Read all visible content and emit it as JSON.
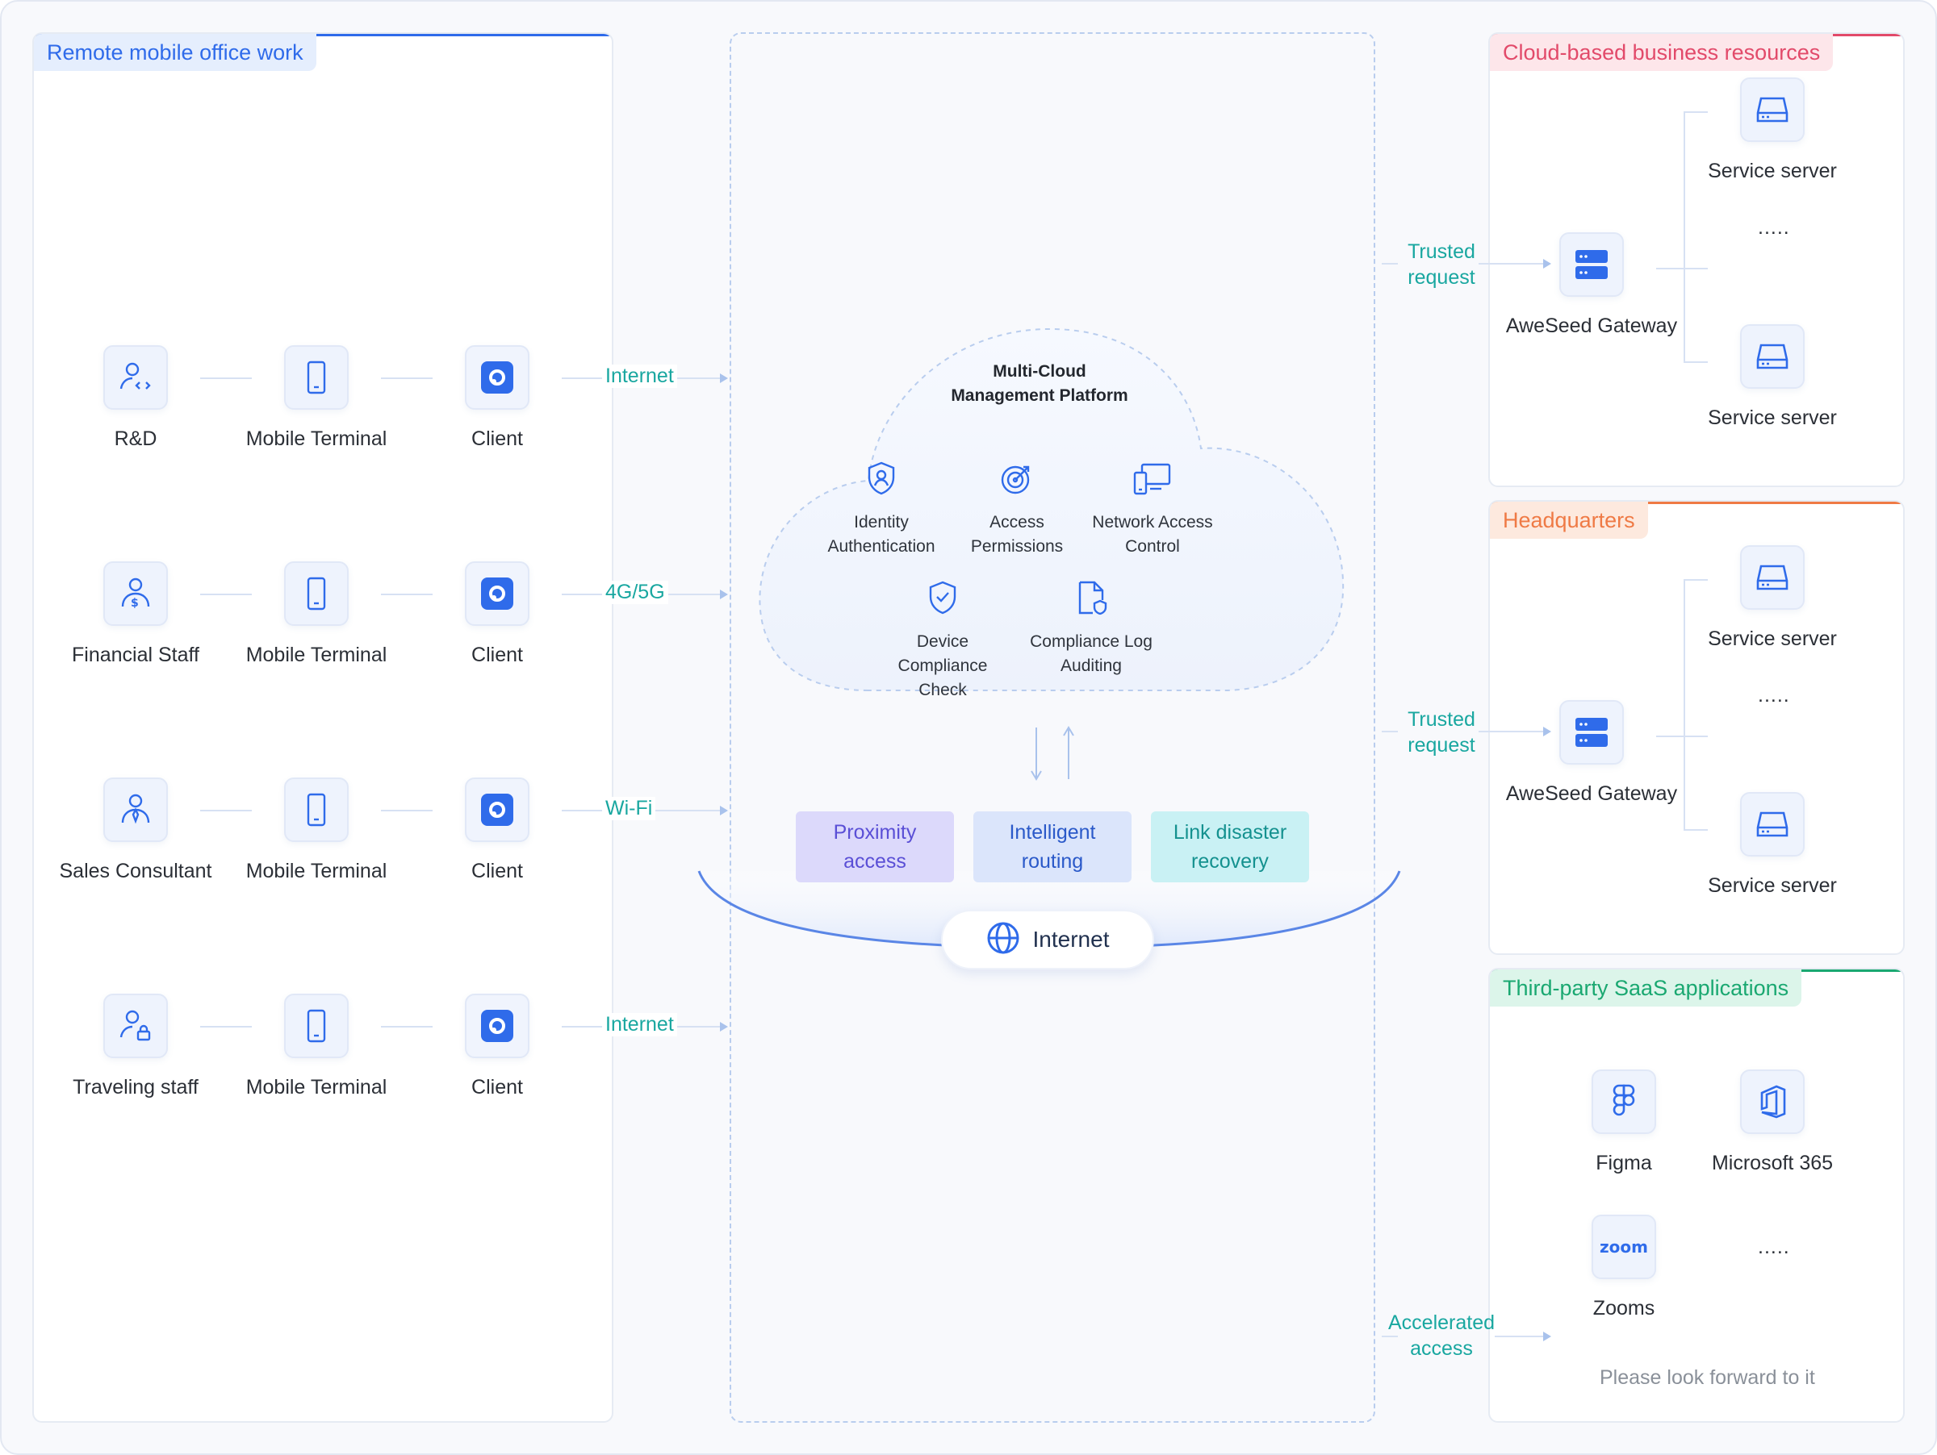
{
  "left_panel": {
    "title": "Remote mobile office work"
  },
  "rows": [
    {
      "user": "R&D",
      "user_icon": "developer-icon",
      "terminal": "Mobile Terminal",
      "client": "Client",
      "network": "Internet"
    },
    {
      "user": "Financial Staff",
      "user_icon": "finance-user-icon",
      "terminal": "Mobile Terminal",
      "client": "Client",
      "network": "4G/5G"
    },
    {
      "user": "Sales Consultant",
      "user_icon": "sales-user-icon",
      "terminal": "Mobile Terminal",
      "client": "Client",
      "network": "Wi-Fi"
    },
    {
      "user": "Traveling staff",
      "user_icon": "traveler-user-icon",
      "terminal": "Mobile Terminal",
      "client": "Client",
      "network": "Internet"
    }
  ],
  "cloud": {
    "title": "Multi-Cloud\nManagement Platform",
    "features": [
      {
        "label": "Identity\nAuthentication",
        "icon": "shield-user-icon"
      },
      {
        "label": "Access\nPermissions",
        "icon": "target-icon"
      },
      {
        "label": "Network Access\nControl",
        "icon": "devices-icon"
      },
      {
        "label": "Device Compliance\nCheck",
        "icon": "shield-check-icon"
      },
      {
        "label": "Compliance Log\nAuditing",
        "icon": "document-shield-icon"
      }
    ]
  },
  "services": [
    {
      "label": "Proximity\naccess",
      "bg": "#dcd9fb",
      "fg": "#5a4fd6"
    },
    {
      "label": "Intelligent\nrouting",
      "bg": "#dbe5fb",
      "fg": "#2a59c9"
    },
    {
      "label": "Link disaster\nrecovery",
      "bg": "#c9f1f4",
      "fg": "#14918f"
    }
  ],
  "internet_label": "Internet",
  "right_panels": [
    {
      "title": "Cloud-based business resources",
      "accent": "#e24a6a",
      "tag_bg": "#fde6ea",
      "request": "Trusted\nrequest",
      "gateway": "AweSeed Gateway",
      "servers": [
        "Service server",
        "Service server"
      ],
      "ellipsis": "....."
    },
    {
      "title": "Headquarters",
      "accent": "#ef7a45",
      "tag_bg": "#fde9de",
      "request": "Trusted\nrequest",
      "gateway": "AweSeed Gateway",
      "servers": [
        "Service server",
        "Service server"
      ],
      "ellipsis": "....."
    },
    {
      "title": "Third-party SaaS  applications",
      "accent": "#1aa871",
      "tag_bg": "#dcf5ea",
      "request": "Accelerated\naccess",
      "apps": [
        {
          "name": "Figma",
          "icon": "figma-icon"
        },
        {
          "name": "Microsoft 365",
          "icon": "office-icon"
        },
        {
          "name": "Zooms",
          "icon": "zoom-icon",
          "logo": "zoom"
        }
      ],
      "ellipsis": ".....",
      "footnote": "Please look forward to it"
    }
  ],
  "colors": {
    "blue": "#2f6bea",
    "teal": "#19a7a0",
    "line": "#d7e1f3"
  }
}
